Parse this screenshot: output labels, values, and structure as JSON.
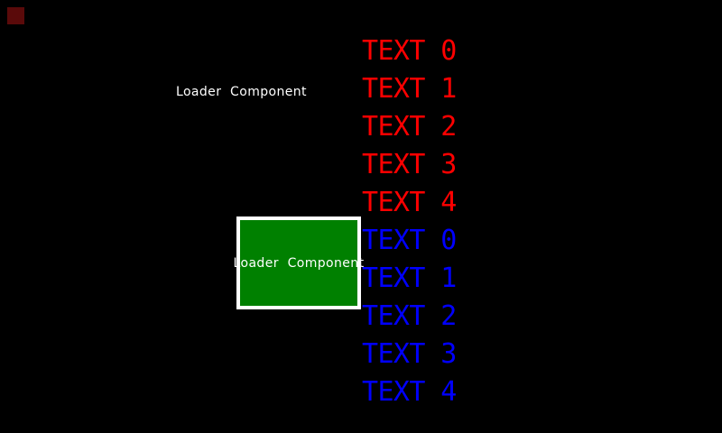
{
  "screen": {
    "background_color": "#000000"
  },
  "corner_marker": {
    "color": "#5a0a0a"
  },
  "loader_label": {
    "text": "Loader  Component",
    "color": "#ffffff"
  },
  "loader_box": {
    "label": "Loader  Component",
    "fill_color": "#008000",
    "border_color": "#ffffff",
    "label_color": "#ffffff"
  },
  "text_list": {
    "items": [
      {
        "label": "TEXT 0",
        "color": "#ff0000"
      },
      {
        "label": "TEXT 1",
        "color": "#ff0000"
      },
      {
        "label": "TEXT 2",
        "color": "#ff0000"
      },
      {
        "label": "TEXT 3",
        "color": "#ff0000"
      },
      {
        "label": "TEXT 4",
        "color": "#ff0000"
      },
      {
        "label": "TEXT 0",
        "color": "#0000ff"
      },
      {
        "label": "TEXT 1",
        "color": "#0000ff"
      },
      {
        "label": "TEXT 2",
        "color": "#0000ff"
      },
      {
        "label": "TEXT 3",
        "color": "#0000ff"
      },
      {
        "label": "TEXT 4",
        "color": "#0000ff"
      }
    ]
  }
}
